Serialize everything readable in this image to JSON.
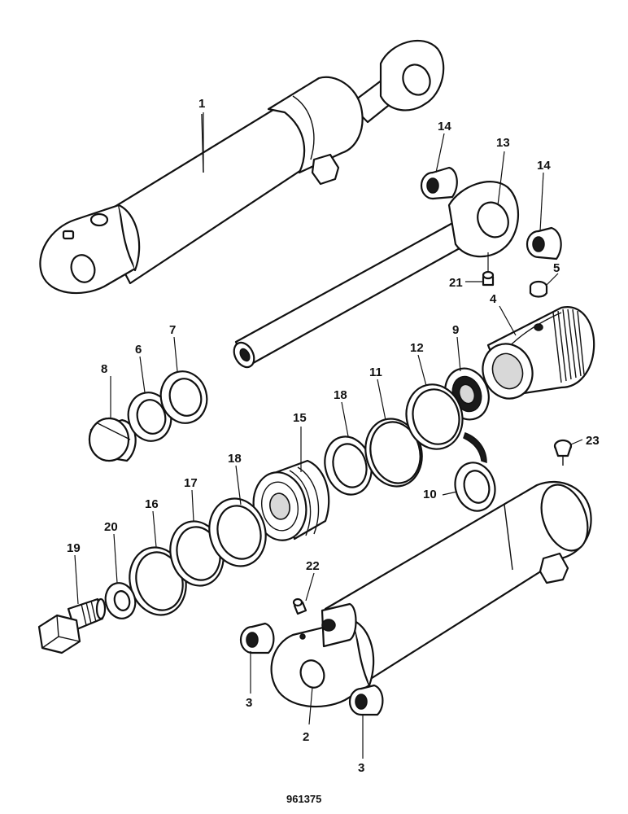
{
  "drawing_number": "961375",
  "callouts": [
    {
      "id": "c1",
      "label": "1"
    },
    {
      "id": "c2",
      "label": "2"
    },
    {
      "id": "c3a",
      "label": "3"
    },
    {
      "id": "c3b",
      "label": "3"
    },
    {
      "id": "c4",
      "label": "4"
    },
    {
      "id": "c5",
      "label": "5"
    },
    {
      "id": "c6",
      "label": "6"
    },
    {
      "id": "c7",
      "label": "7"
    },
    {
      "id": "c8",
      "label": "8"
    },
    {
      "id": "c9",
      "label": "9"
    },
    {
      "id": "c10",
      "label": "10"
    },
    {
      "id": "c11",
      "label": "11"
    },
    {
      "id": "c12",
      "label": "12"
    },
    {
      "id": "c13",
      "label": "13"
    },
    {
      "id": "c14a",
      "label": "14"
    },
    {
      "id": "c14b",
      "label": "14"
    },
    {
      "id": "c15",
      "label": "15"
    },
    {
      "id": "c16",
      "label": "16"
    },
    {
      "id": "c17",
      "label": "17"
    },
    {
      "id": "c18a",
      "label": "18"
    },
    {
      "id": "c18b",
      "label": "18"
    },
    {
      "id": "c19",
      "label": "19"
    },
    {
      "id": "c20",
      "label": "20"
    },
    {
      "id": "c21",
      "label": "21"
    },
    {
      "id": "c22",
      "label": "22"
    },
    {
      "id": "c23",
      "label": "23"
    }
  ]
}
